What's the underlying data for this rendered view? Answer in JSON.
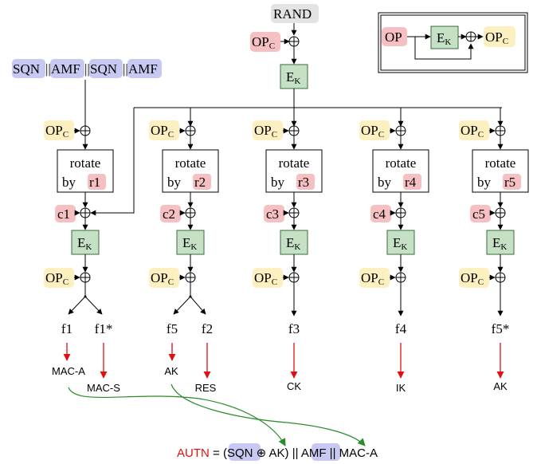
{
  "colors": {
    "op_bg": "#fdf0c0",
    "op_red_bg": "#f6c0c2",
    "ek_bg": "#c5e0c5",
    "ek_border": "#3a6b3a",
    "r_bg": "#f6c0c2",
    "c_bg": "#f6c0c2",
    "sqn_bg": "#c7c9f2",
    "rand_bg": "#e3e3e3",
    "red_arrow": "#e01010",
    "green_arrow": "#2a8c2a",
    "autn_red": "#e01010"
  },
  "inputs": {
    "rand": "RAND",
    "sqn": "SQN",
    "amf": "AMF",
    "sep": "||"
  },
  "legend": {
    "op": "OP",
    "ek_main": "E",
    "ek_sub": "K",
    "opc_main": "OP",
    "opc_sub": "C"
  },
  "labels": {
    "op_main": "OP",
    "op_sub": "C",
    "ek_main": "E",
    "ek_sub": "K",
    "xor": "⊕",
    "rotate": "rotate",
    "by": "by"
  },
  "columns": [
    {
      "c": "c1",
      "r": "r1",
      "outputs": [
        "f1",
        "f1*"
      ],
      "results": [
        "MAC-A",
        "MAC-S"
      ]
    },
    {
      "c": "c2",
      "r": "r2",
      "outputs": [
        "f5",
        "f2"
      ],
      "results": [
        "AK",
        "RES"
      ]
    },
    {
      "c": "c3",
      "r": "r3",
      "outputs": [
        "f3"
      ],
      "results": [
        "CK"
      ]
    },
    {
      "c": "c4",
      "r": "r4",
      "outputs": [
        "f4"
      ],
      "results": [
        "IK"
      ]
    },
    {
      "c": "c5",
      "r": "r5",
      "outputs": [
        "f5*"
      ],
      "results": [
        "AK"
      ]
    }
  ],
  "autn": {
    "name": "AUTN",
    "eq": " = (",
    "sqn": "SQN",
    "xor_ak": " ⊕ AK) || ",
    "amf": "AMF",
    "tail": " || MAC-A"
  }
}
